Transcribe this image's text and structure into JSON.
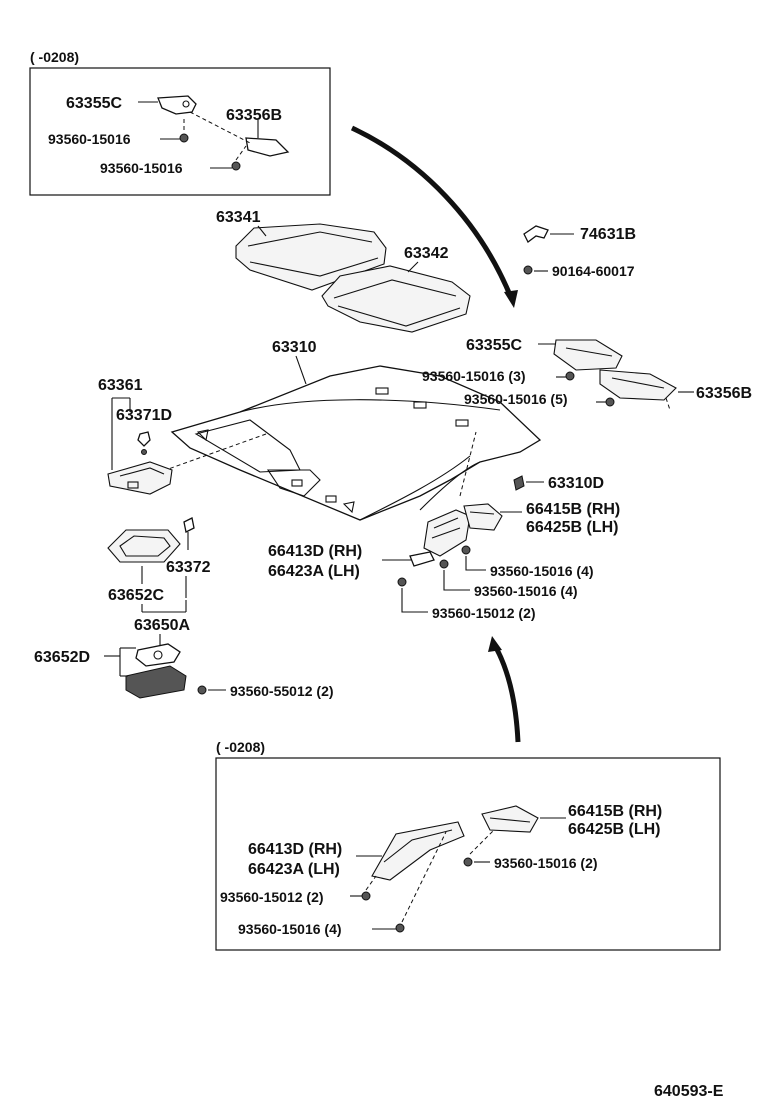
{
  "diagram_id": "640593-E",
  "insets": {
    "top": {
      "range": "(      -0208)"
    },
    "bottom": {
      "range": "(      -0208)"
    }
  },
  "labels": {
    "top_63355C": "63355C",
    "top_63356B": "63356B",
    "top_93560_15016_a": "93560-15016",
    "top_93560_15016_b": "93560-15016",
    "p63341": "63341",
    "p63342": "63342",
    "p74631B": "74631B",
    "p90164_60017": "90164-60017",
    "p63310": "63310",
    "p63355C": "63355C",
    "p93560_15016_3": "93560-15016 (3)",
    "p93560_15016_5": "93560-15016 (5)",
    "p63356B": "63356B",
    "p63361": "63361",
    "p63371D": "63371D",
    "p63310D": "63310D",
    "p66415B_RH": "66415B (RH)",
    "p66425B_LH": "66425B (LH)",
    "p66413D_RH": "66413D (RH)",
    "p66423A_LH": "66423A (LH)",
    "p93560_15016_4a": "93560-15016 (4)",
    "p93560_15016_4b": "93560-15016 (4)",
    "p93560_15012_2": "93560-15012 (2)",
    "p63372": "63372",
    "p63652C": "63652C",
    "p63650A": "63650A",
    "p63652D": "63652D",
    "p93560_55012_2": "93560-55012 (2)",
    "bot_66415B_RH": "66415B (RH)",
    "bot_66425B_LH": "66425B (LH)",
    "bot_66413D_RH": "66413D (RH)",
    "bot_66423A_LH": "66423A (LH)",
    "bot_93560_15016_2": "93560-15016 (2)",
    "bot_93560_15012_2": "93560-15012 (2)",
    "bot_93560_15016_4": "93560-15016 (4)"
  }
}
